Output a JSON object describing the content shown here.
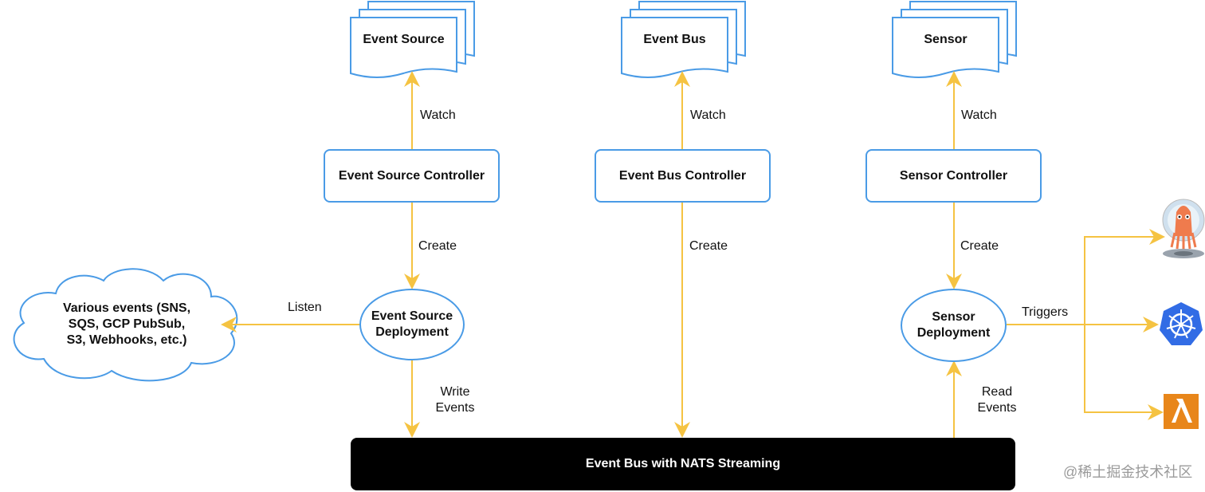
{
  "resources": {
    "event_source": "Event Source",
    "event_bus": "Event Bus",
    "sensor": "Sensor"
  },
  "controllers": {
    "event_source": "Event Source Controller",
    "event_bus": "Event Bus Controller",
    "sensor": "Sensor Controller"
  },
  "edges": {
    "watch": "Watch",
    "create": "Create",
    "listen": "Listen",
    "write_events_1": "Write",
    "write_events_2": "Events",
    "read_events_1": "Read",
    "read_events_2": "Events",
    "triggers": "Triggers"
  },
  "deployments": {
    "event_source_1": "Event Source",
    "event_source_2": "Deployment",
    "sensor_1": "Sensor",
    "sensor_2": "Deployment"
  },
  "events_cloud": {
    "line1": "Various events (SNS,",
    "line2": "SQS, GCP PubSub,",
    "line3": "S3, Webhooks, etc.)"
  },
  "event_bus_nats": "Event Bus with NATS Streaming",
  "watermark": "@稀土掘金技术社区",
  "targets": {
    "argo": "argo-mascot-icon",
    "kubernetes": "kubernetes-icon",
    "lambda": "aws-lambda-icon"
  },
  "colors": {
    "node_border": "#4a9be6",
    "arrow": "#f5c342",
    "bus": "#000000",
    "kubernetes": "#326ce5",
    "lambda": "#e8861a"
  }
}
